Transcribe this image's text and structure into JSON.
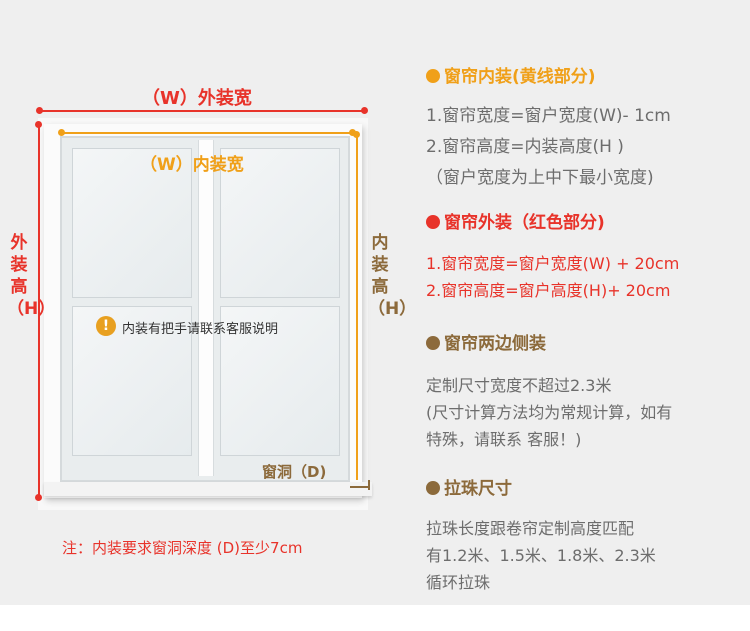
{
  "diagram": {
    "outer_width_label": "（W）外装宽",
    "inner_width_label": "（W）内装宽",
    "outer_height_label": "外装高（H）",
    "inner_height_label": "内装高（H）",
    "handle_note_icon": "!",
    "handle_note": "内装有把手请联系客服说明",
    "depth_label": "窗洞（D)",
    "footnote": "注：内装要求窗洞深度 (D)至少7cm"
  },
  "sections": [
    {
      "title": "窗帘内装(黄线部分)",
      "bullet_color": "#f0a019",
      "lines": [
        "1.窗帘宽度=窗户宽度(W)- 1cm",
        "2.窗帘高度=内装高度(H )",
        "（窗户宽度为上中下最小宽度)"
      ]
    },
    {
      "title": "窗帘外装（红色部分)",
      "bullet_color": "#e8332a",
      "lines": [
        "1.窗帘宽度=窗户宽度(W) + 20cm",
        "2.窗帘高度=窗户高度(H)+ 20cm"
      ]
    },
    {
      "title": "窗帘两边侧装",
      "bullet_color": "#8c6a3b",
      "lines": [
        "定制尺寸宽度不超过2.3米",
        "(尺寸计算方法均为常规计算，如有",
        "特殊，请联系 客服！)"
      ]
    },
    {
      "title": "拉珠尺寸",
      "bullet_color": "#8c6a3b",
      "lines": [
        "拉珠长度跟卷帘定制高度匹配",
        "有1.2米、1.5米、1.8米、2.3米",
        "循环拉珠"
      ]
    }
  ],
  "colors": {
    "outer_measure": "#e8332a",
    "inner_measure": "#f0a019",
    "heading_brown": "#8c6a3b",
    "body_text": "#6d6d6d"
  }
}
